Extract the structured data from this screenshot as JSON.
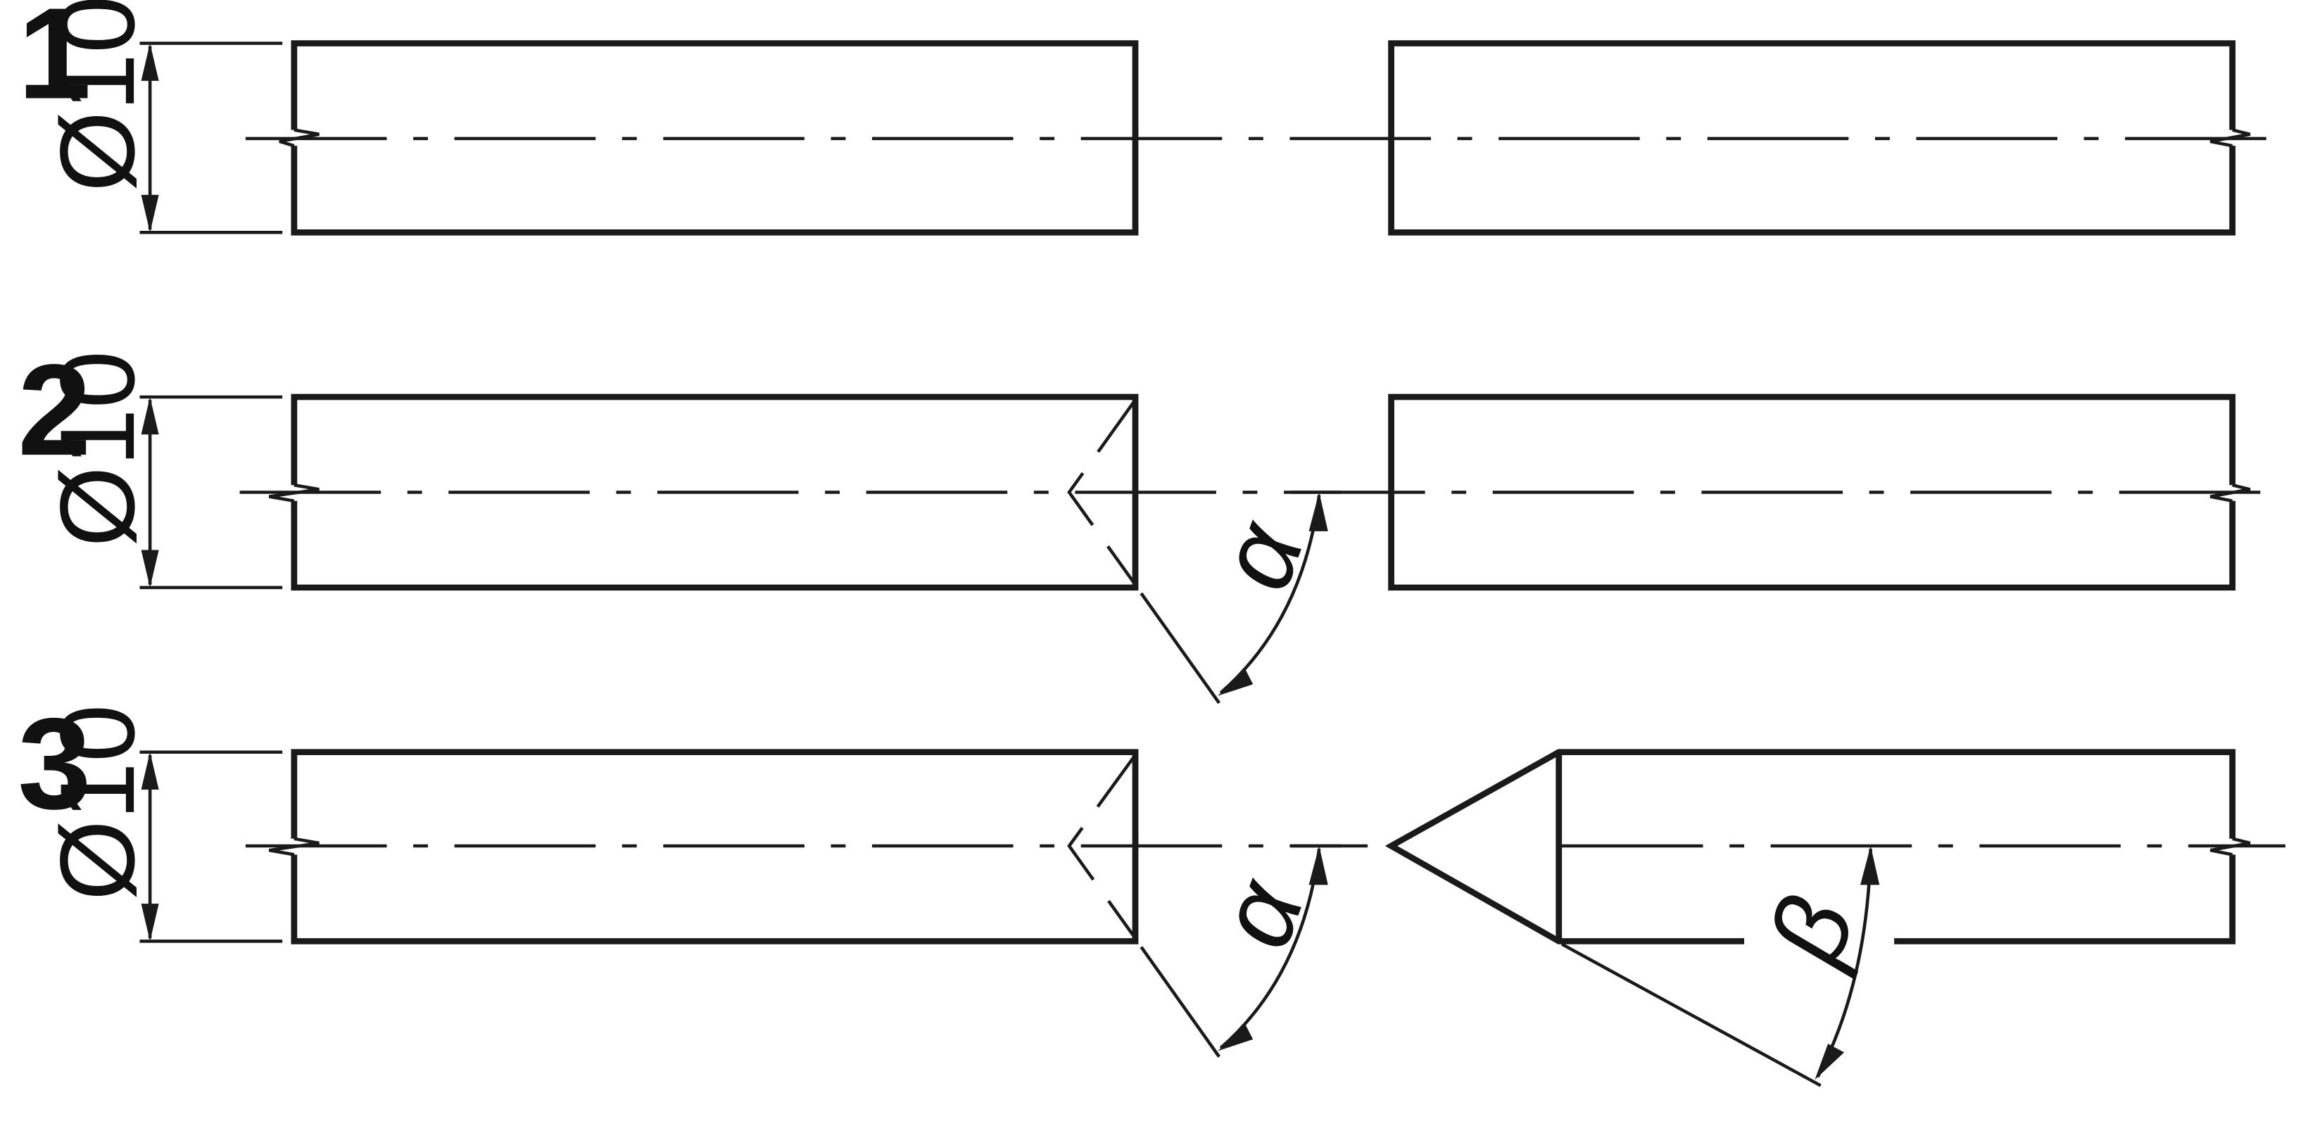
{
  "rows": [
    {
      "number": "1",
      "diameter": "Ø10"
    },
    {
      "number": "2",
      "diameter": "Ø10",
      "angle_left": "α"
    },
    {
      "number": "3",
      "diameter": "Ø10",
      "angle_left": "α",
      "angle_right": "β"
    }
  ]
}
